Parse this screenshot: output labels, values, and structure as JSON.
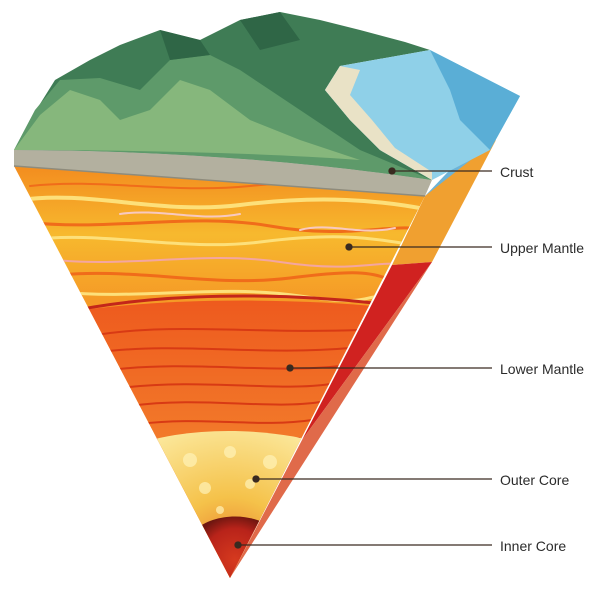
{
  "labels": {
    "crust": "Crust",
    "upper_mantle": "Upper Mantle",
    "lower_mantle": "Lower Mantle",
    "outer_core": "Outer Core",
    "inner_core": "Inner Core"
  },
  "colors": {
    "mountain_dark": "#3f7c55",
    "mountain_light": "#7fb27a",
    "water": "#8fd0e8",
    "crust": "#b3b09f",
    "upper_mantle": "#f6b227",
    "lower_mantle": "#ea4a1a",
    "outer_core": "#f7dc6f",
    "inner_core": "#c92a1c",
    "side_face": "#e8922a",
    "side_face_deep": "#c81f1f",
    "leader_line": "#3a2a20"
  }
}
